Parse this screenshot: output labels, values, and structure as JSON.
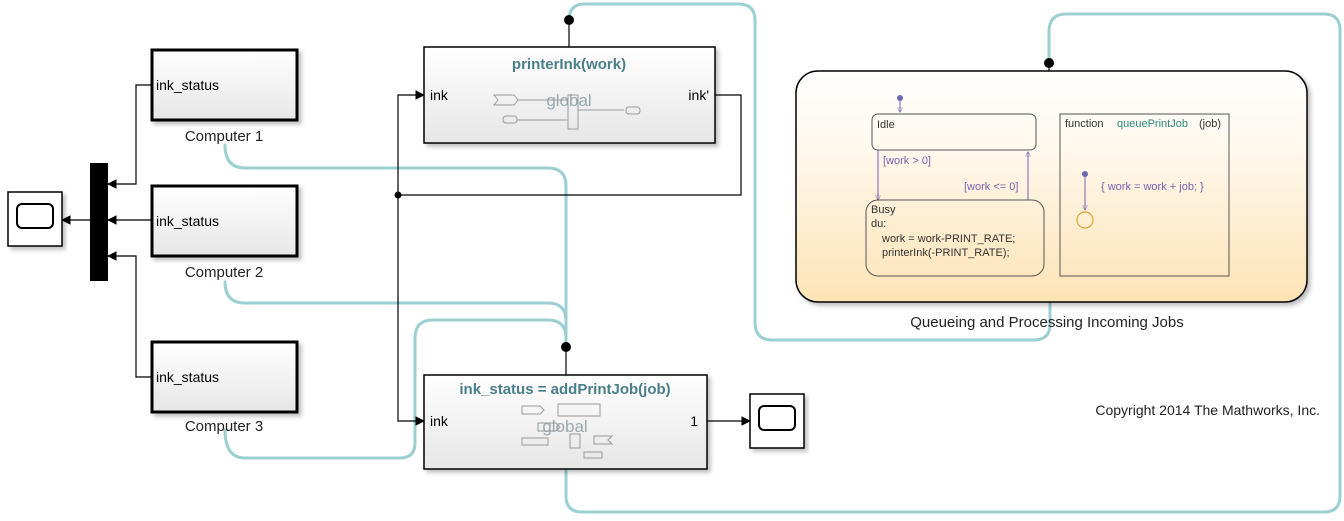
{
  "computers": [
    {
      "port_label": "ink_status",
      "caption": "Computer 1"
    },
    {
      "port_label": "ink_status",
      "caption": "Computer 2"
    },
    {
      "port_label": "ink_status",
      "caption": "Computer 3"
    }
  ],
  "printer_block": {
    "title": "printerInk(work)",
    "in_port": "ink",
    "out_port": "ink'",
    "watermark": "global"
  },
  "add_job_block": {
    "title": "ink_status = addPrintJob(job)",
    "in_port": "ink",
    "out_port": "1",
    "watermark": "global"
  },
  "chart": {
    "caption": "Queueing and Processing Incoming Jobs",
    "idle_state": "Idle",
    "cond_to_busy": "[work > 0]",
    "cond_to_idle": "[work <= 0]",
    "busy_lines": [
      "Busy",
      "du:",
      "work = work-PRINT_RATE;",
      "printerInk(-PRINT_RATE);"
    ],
    "function_keyword": "function",
    "function_name": "queuePrintJob",
    "function_args": "(job)",
    "function_body": "{ work = work + job; }"
  },
  "copyright": "Copyright 2014 The Mathworks, Inc.",
  "colors": {
    "signal_wire": "#000000",
    "data_store_wire": "#9ccfd1",
    "block_title": "#4a7f8a",
    "chart_fill_top": "#ffffff",
    "chart_fill_bottom": "#fde3b5"
  }
}
